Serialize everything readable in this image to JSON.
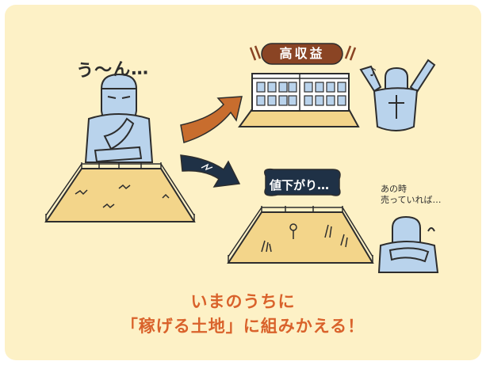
{
  "speech": {
    "thinking": "う〜ん…",
    "high_income": "高収益",
    "price_decline": "値下がり…",
    "regret_line1": "あの時",
    "regret_line2": "売っていれば…"
  },
  "caption": {
    "line1": "いまのうちに",
    "line2": "「稼げる土地」に組みかえる！"
  },
  "colors": {
    "background": "#fdf1c6",
    "figure": "#b9d3ec",
    "outline": "#2d2d2d",
    "land": "#f3d58a",
    "up_arrow": "#c86d2e",
    "down_arrow": "#1f3146",
    "caption": "#d9622b",
    "high_income_banner": "#8a4424"
  }
}
